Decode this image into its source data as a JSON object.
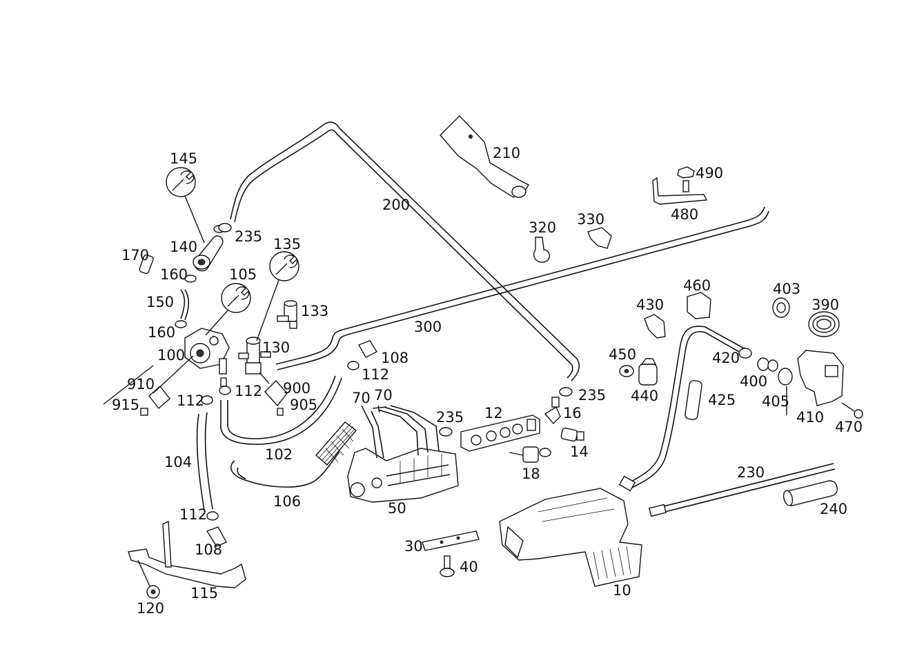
{
  "labels": {
    "p10": "10",
    "p12": "12",
    "p14": "14",
    "p16": "16",
    "p18": "18",
    "p30": "30",
    "p40": "40",
    "p50": "50",
    "p70a": "70",
    "p70b": "70",
    "p100": "100",
    "p102": "102",
    "p104": "104",
    "p105": "105",
    "p106": "106",
    "p108a": "108",
    "p108b": "108",
    "p112a": "112",
    "p112b": "112",
    "p112c": "112",
    "p112d": "112",
    "p115": "115",
    "p120": "120",
    "p130": "130",
    "p133": "133",
    "p135": "135",
    "p140": "140",
    "p145": "145",
    "p150": "150",
    "p160a": "160",
    "p160b": "160",
    "p170": "170",
    "p200": "200",
    "p210": "210",
    "p230": "230",
    "p235a": "235",
    "p235b": "235",
    "p235c": "235",
    "p240": "240",
    "p300": "300",
    "p320": "320",
    "p330": "330",
    "p390": "390",
    "p400": "400",
    "p403": "403",
    "p405": "405",
    "p410": "410",
    "p420": "420",
    "p425": "425",
    "p430": "430",
    "p440": "440",
    "p450": "450",
    "p460": "460",
    "p470": "470",
    "p480": "480",
    "p490": "490",
    "p900": "900",
    "p905": "905",
    "p910": "910",
    "p915": "915"
  },
  "icons": {
    "tool_145": "wrench-icon",
    "tool_105": "wrench-icon",
    "tool_135": "wrench-icon"
  }
}
